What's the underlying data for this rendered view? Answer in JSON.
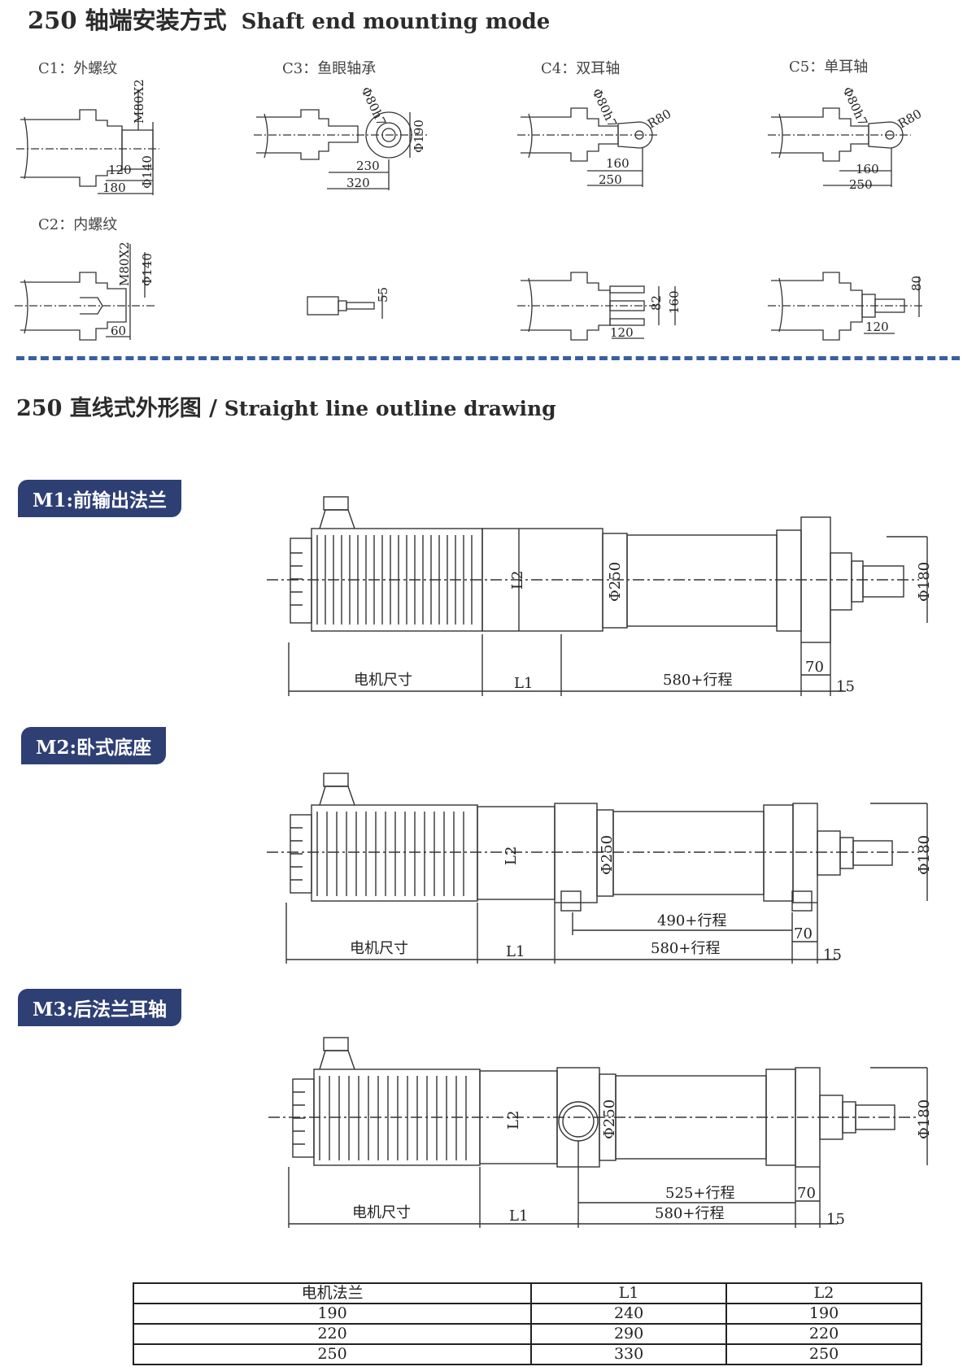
{
  "header": {
    "title_cn": "250 轴端安装方式",
    "title_en": "Shaft end mounting mode"
  },
  "end_types": [
    {
      "label": "C1：外螺纹",
      "dims": [
        "M80X2",
        "120",
        "180",
        "Φ140"
      ]
    },
    {
      "label": "C3：鱼眼轴承",
      "dims": [
        "Φ80h7",
        "Φ190",
        "230",
        "320"
      ]
    },
    {
      "label": "C4：双耳轴",
      "dims": [
        "Φ80h7",
        "R80",
        "160",
        "250"
      ]
    },
    {
      "label": "C5：单耳轴",
      "dims": [
        "Φ80h7",
        "R80",
        "160",
        "250"
      ]
    },
    {
      "label": "C2：内螺纹",
      "dims": [
        "M80X2",
        "Φ140",
        "60"
      ]
    }
  ],
  "side_views": {
    "c3": [
      "55"
    ],
    "c4": [
      "82",
      "160",
      "120"
    ],
    "c5": [
      "80",
      "120"
    ]
  },
  "outline": {
    "title_cn": "250 直线式外形图 /",
    "title_en": " Straight line outline drawing"
  },
  "mounts": [
    {
      "label": "M1:前输出法兰",
      "motor": "电机尺寸",
      "l1": "L1",
      "l2": "L2",
      "stroke": "580+行程",
      "dia_body": "Φ250",
      "dia_flange": "Φ180",
      "d70": "70",
      "d15": "15"
    },
    {
      "label": "M2:卧式底座",
      "motor": "电机尺寸",
      "l1": "L1",
      "l2": "L2",
      "stroke": "580+行程",
      "stroke2": "490+行程",
      "dia_body": "Φ250",
      "dia_flange": "Φ180",
      "d70": "70",
      "d15": "15"
    },
    {
      "label": "M3:后法兰耳轴",
      "motor": "电机尺寸",
      "l1": "L1",
      "l2": "L2",
      "stroke": "580+行程",
      "stroke2": "525+行程",
      "dia_body": "Φ250",
      "dia_flange": "Φ180",
      "d70": "70",
      "d15": "15"
    }
  ],
  "table": {
    "headers": [
      "电机法兰",
      "L1",
      "L2"
    ],
    "rows": [
      [
        "190",
        "240",
        "190"
      ],
      [
        "220",
        "290",
        "220"
      ],
      [
        "250",
        "330",
        "250"
      ]
    ]
  },
  "colors": {
    "accent": "#2e3f74",
    "dash": "#3a5fa0"
  }
}
